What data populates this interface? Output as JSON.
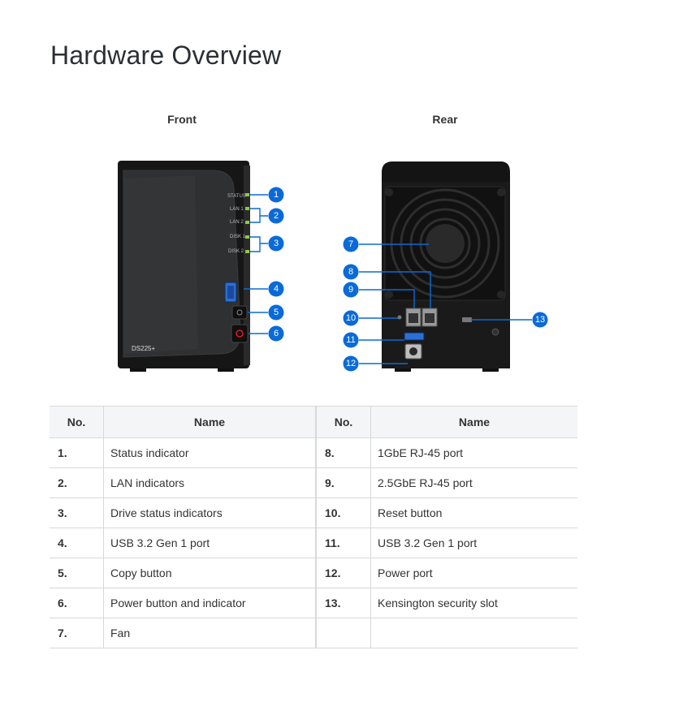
{
  "title": "Hardware Overview",
  "views": {
    "front": "Front",
    "rear": "Rear"
  },
  "device": {
    "model": "DS225+",
    "front_led_labels": [
      "STATUS",
      "LAN 1",
      "LAN 2",
      "DISK 1",
      "DISK 2"
    ]
  },
  "callouts": [
    "1",
    "2",
    "3",
    "4",
    "5",
    "6",
    "7",
    "8",
    "9",
    "10",
    "11",
    "12",
    "13"
  ],
  "colors": {
    "callout": "#0a6ad8",
    "led": "#8bcb3c",
    "chassis": "#1c1c1c",
    "usb": "#2b6fd6",
    "power": "#d42020"
  },
  "table": {
    "headers": {
      "no": "No.",
      "name": "Name",
      "no2": "No.",
      "name2": "Name"
    },
    "rows": [
      {
        "no": "1.",
        "name": "Status indicator",
        "no2": "8.",
        "name2": "1GbE RJ-45 port"
      },
      {
        "no": "2.",
        "name": "LAN indicators",
        "no2": "9.",
        "name2": "2.5GbE RJ-45 port"
      },
      {
        "no": "3.",
        "name": "Drive status indicators",
        "no2": "10.",
        "name2": "Reset button"
      },
      {
        "no": "4.",
        "name": "USB 3.2 Gen 1 port",
        "no2": "11.",
        "name2": "USB 3.2 Gen 1 port"
      },
      {
        "no": "5.",
        "name": "Copy button",
        "no2": "12.",
        "name2": "Power port"
      },
      {
        "no": "6.",
        "name": "Power button and indicator",
        "no2": "13.",
        "name2": "Kensington security slot"
      },
      {
        "no": "7.",
        "name": "Fan",
        "no2": "",
        "name2": ""
      }
    ]
  }
}
